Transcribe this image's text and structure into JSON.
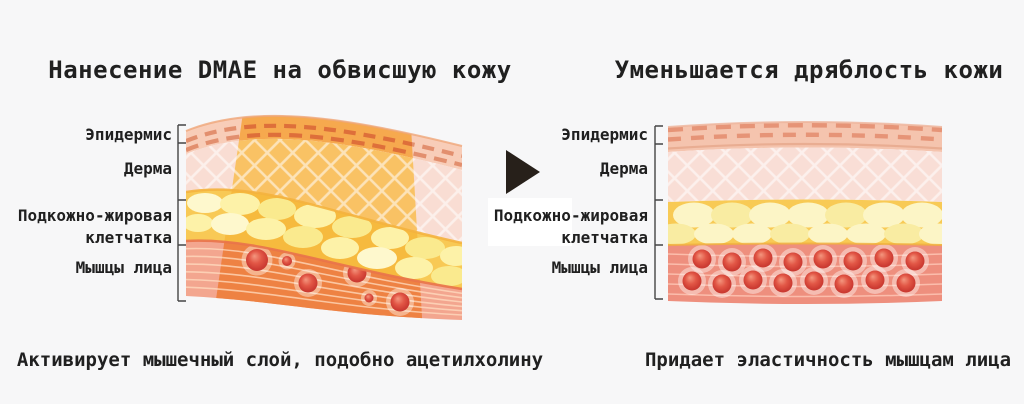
{
  "left_panel": {
    "title": "Нанесение DMAE на обвисшую кожу",
    "caption": "Активирует мышечный слой, подобно ацетилхолину",
    "labels": {
      "epidermis": "Эпидермис",
      "derma": "Дерма",
      "fat": "Подкожно-жировая клетчатка",
      "muscle": "Мышцы лица"
    }
  },
  "right_panel": {
    "title": "Уменьшается дряблость кожи",
    "caption": "Придает эластичность мышцам лица",
    "labels": {
      "epidermis": "Эпидермис",
      "derma": "Дерма",
      "fat": "Подкожно-жировая клетчатка",
      "muscle": "Мышцы лица"
    }
  },
  "colors": {
    "background": "#f7f7f8",
    "text": "#202020",
    "epidermis_pink": "#f8cdb8",
    "epidermis_orange": "#f6a94e",
    "dash_salmon": "#e28f6e",
    "dash_orange": "#de6f3a",
    "derma_pink": "#f9ddd3",
    "derma_orange": "#f9c264",
    "fat_yellow": "#f8c955",
    "fat_cell": "#fdf2a8",
    "muscle_orange": "#ee8243",
    "muscle_pink_edge": "#f3a68f",
    "muscle_salmon_right": "#ee8f7e",
    "capillary_red": "#d84537",
    "arrow_black": "#27201a",
    "bracket_gray": "#454545"
  }
}
